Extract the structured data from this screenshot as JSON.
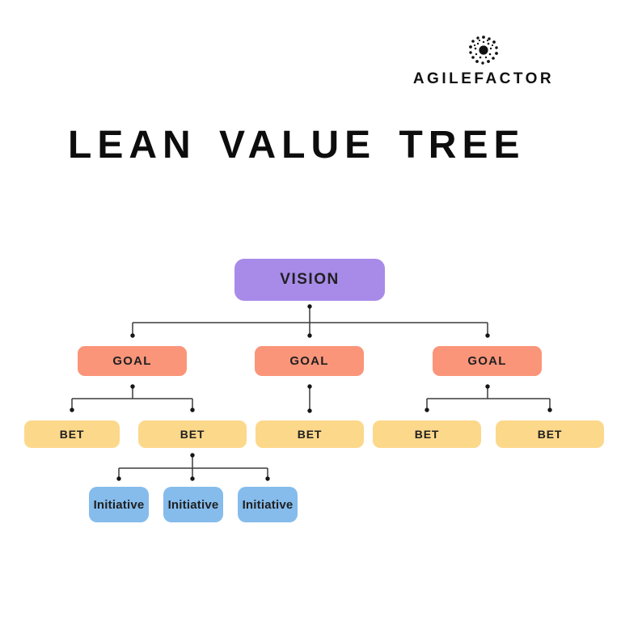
{
  "logo": {
    "brand": "AGILEFACTOR",
    "icon": "starburst-dots-icon"
  },
  "header": {
    "title": "LEAN VALUE TREE"
  },
  "tree": {
    "vision": {
      "id": "vision",
      "label": "VISION",
      "color": "#a88be9"
    },
    "goals": [
      {
        "id": "goal-1",
        "label": "GOAL",
        "color": "#fa957a"
      },
      {
        "id": "goal-2",
        "label": "GOAL",
        "color": "#fa957a"
      },
      {
        "id": "goal-3",
        "label": "GOAL",
        "color": "#fa957a"
      }
    ],
    "bets": [
      {
        "id": "bet-1",
        "label": "BET",
        "color": "#fcd88b"
      },
      {
        "id": "bet-2",
        "label": "BET",
        "color": "#fcd88b"
      },
      {
        "id": "bet-3",
        "label": "BET",
        "color": "#fcd88b"
      },
      {
        "id": "bet-4",
        "label": "BET",
        "color": "#fcd88b"
      },
      {
        "id": "bet-5",
        "label": "BET",
        "color": "#fcd88b"
      }
    ],
    "initiatives": [
      {
        "id": "initiative-1",
        "label": "Initiative",
        "color": "#85bcec"
      },
      {
        "id": "initiative-2",
        "label": "Initiative",
        "color": "#85bcec"
      },
      {
        "id": "initiative-3",
        "label": "Initiative",
        "color": "#85bcec"
      }
    ],
    "edges": [
      {
        "from": "vision",
        "to": "goal-1"
      },
      {
        "from": "vision",
        "to": "goal-2"
      },
      {
        "from": "vision",
        "to": "goal-3"
      },
      {
        "from": "goal-1",
        "to": "bet-1"
      },
      {
        "from": "goal-1",
        "to": "bet-2"
      },
      {
        "from": "goal-2",
        "to": "bet-3"
      },
      {
        "from": "goal-3",
        "to": "bet-4"
      },
      {
        "from": "goal-3",
        "to": "bet-5"
      },
      {
        "from": "bet-2",
        "to": "initiative-1"
      },
      {
        "from": "bet-2",
        "to": "initiative-2"
      },
      {
        "from": "bet-2",
        "to": "initiative-3"
      }
    ]
  },
  "colors": {
    "background": "#ffffff",
    "vision_box": "#a88be9",
    "goal_box": "#fa957a",
    "bet_box": "#fcd88b",
    "initiative_box": "#85bcec",
    "connector_line": "#3b3b3b",
    "connector_dot": "#161616",
    "text": "#202020",
    "title_text": "#0d0d0d"
  }
}
